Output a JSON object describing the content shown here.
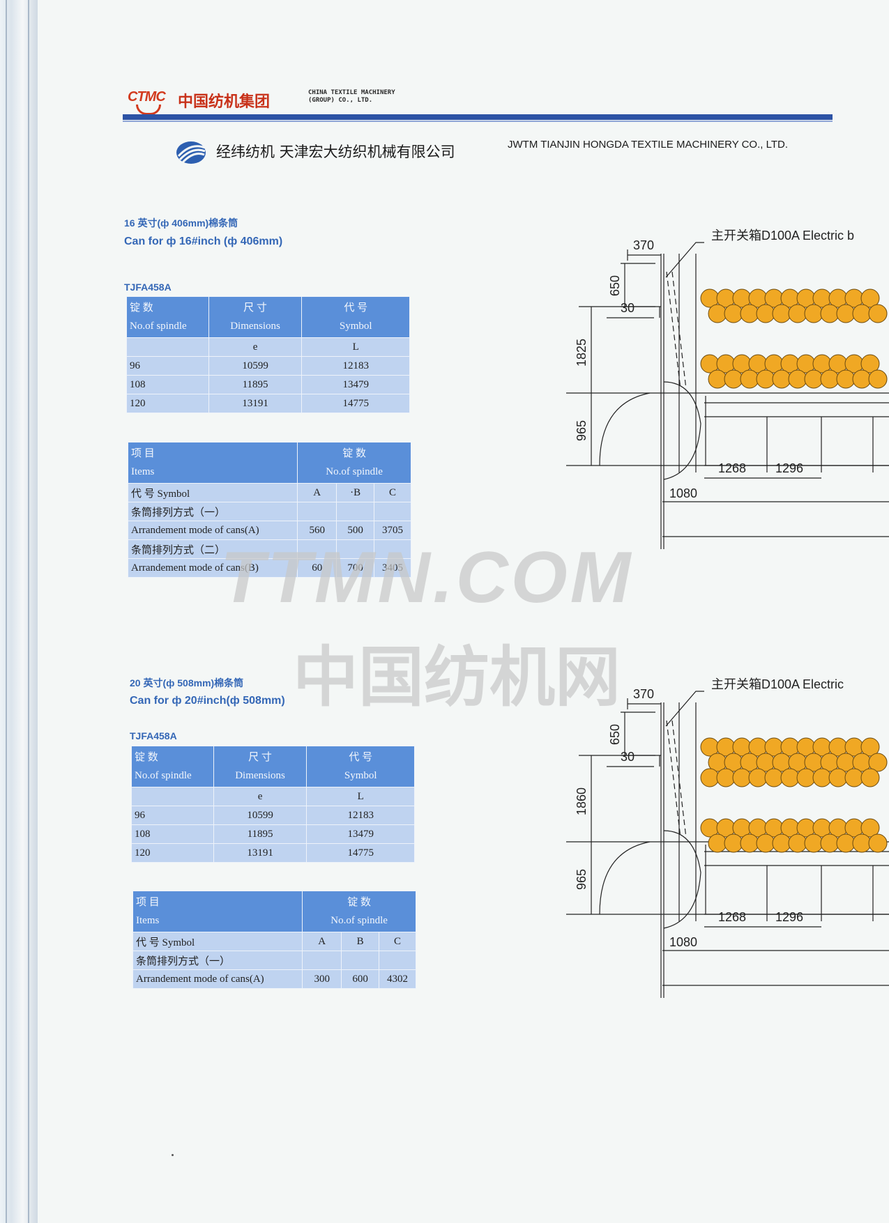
{
  "header": {
    "ctmc_logo_text": "CTMC",
    "ctmc_cn": "中国纺机集团",
    "ctmc_en": "CHINA TEXTILE MACHINERY\n(GROUP) CO., LTD.",
    "jwtm_cn": "经纬纺机  天津宏大纺织机械有限公司",
    "jwtm_en": "JWTM TIANJIN HONGDA  TEXTILE MACHINERY CO., LTD."
  },
  "watermark": {
    "line1": "TTMN.COM",
    "line2": "中国纺机网"
  },
  "colors": {
    "header_cell": "#5a8fd9",
    "body_cell": "#bfd3f0",
    "rule": "#2d53a5",
    "can": "#f0a824",
    "accent_text": "#3467b6"
  },
  "sections": [
    {
      "title_cn": "16 英寸(ф 406mm)棉条筒",
      "title_en": "Can for ф 16#inch (ф 406mm)",
      "model": "TJFA458A",
      "dimensions_table": {
        "headers": [
          {
            "cn": "锭  数",
            "en": "No.of spindle"
          },
          {
            "cn": "尺  寸",
            "en": "Dimensions"
          },
          {
            "cn": "代  号",
            "en": "Symbol"
          }
        ],
        "subheader": [
          "",
          "e",
          "L"
        ],
        "rows": [
          [
            "96",
            "10599",
            "12183"
          ],
          [
            "108",
            "11895",
            "13479"
          ],
          [
            "120",
            "13191",
            "14775"
          ]
        ]
      },
      "arrangement_table": {
        "headers": [
          {
            "cn": "项  目",
            "en": "Items"
          },
          {
            "cn": "锭  数",
            "en": "No.of spindle"
          }
        ],
        "symbol_row": {
          "label": "代   号 Symbol",
          "values": [
            "A",
            "·B",
            "C"
          ]
        },
        "rows": [
          {
            "label_cn": "条筒排列方式（一）",
            "label_en": "Arrandement mode of cans(A)",
            "values": [
              "560",
              "500",
              "3705"
            ]
          },
          {
            "label_cn": "条筒排列方式（二）",
            "label_en": "Arrandement mode of cans(B)",
            "values": [
              "60",
              "700",
              "3405"
            ]
          }
        ]
      },
      "drawing": {
        "label": "主开关箱D100A Electric b",
        "dims": {
          "top": "370",
          "gap": "650",
          "off": "30",
          "height": "1825",
          "low": "965",
          "w1": "1268",
          "w2": "1296",
          "w3": "1080"
        },
        "can_rows": [
          2,
          2
        ]
      }
    },
    {
      "title_cn": "20 英寸(ф 508mm)棉条筒",
      "title_en": "Can for ф 20#inch(ф 508mm)",
      "model": "TJFA458A",
      "dimensions_table": {
        "headers": [
          {
            "cn": "锭  数",
            "en": "No.of spindle"
          },
          {
            "cn": "尺  寸",
            "en": "Dimensions"
          },
          {
            "cn": "代  号",
            "en": "Symbol"
          }
        ],
        "subheader": [
          "",
          "e",
          "L"
        ],
        "rows": [
          [
            "96",
            "10599",
            "12183"
          ],
          [
            "108",
            "11895",
            "13479"
          ],
          [
            "120",
            "13191",
            "14775"
          ]
        ]
      },
      "arrangement_table": {
        "headers": [
          {
            "cn": "项  目",
            "en": "Items"
          },
          {
            "cn": "锭  数",
            "en": "No.of spindle"
          }
        ],
        "symbol_row": {
          "label": "代   号 Symbol",
          "values": [
            "A",
            "B",
            "C"
          ]
        },
        "rows": [
          {
            "label_cn": "条筒排列方式（一）",
            "label_en": "Arrandement mode of cans(A)",
            "values": [
              "300",
              "600",
              "4302"
            ]
          }
        ]
      },
      "drawing": {
        "label": "主开关箱D100A Electric",
        "dims": {
          "top": "370",
          "gap": "650",
          "off": "30",
          "height": "1860",
          "low": "965",
          "w1": "1268",
          "w2": "1296",
          "w3": "1080"
        },
        "can_rows": [
          3,
          2
        ]
      }
    }
  ]
}
